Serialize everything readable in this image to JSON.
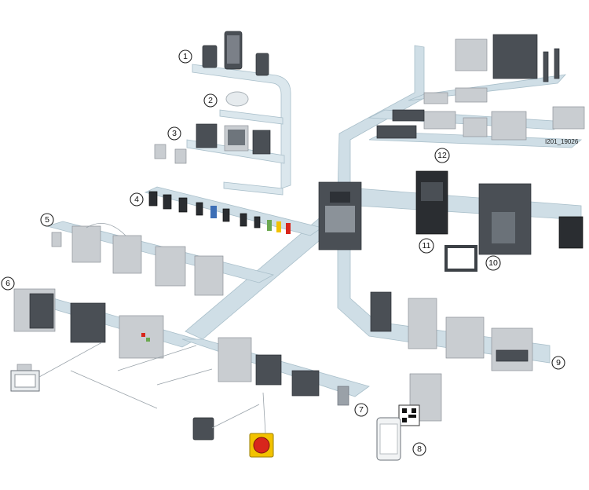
{
  "callouts": [
    "1",
    "2",
    "3",
    "4",
    "5",
    "6",
    "7",
    "8",
    "9",
    "10",
    "11",
    "12"
  ],
  "reference_code": "I201_19026",
  "colors": {
    "rail": "#cfdee6",
    "device_light": "#c9cdd1",
    "device_dark": "#4a4f55",
    "accent_red": "#d8261c",
    "accent_yellow": "#f2c200"
  }
}
